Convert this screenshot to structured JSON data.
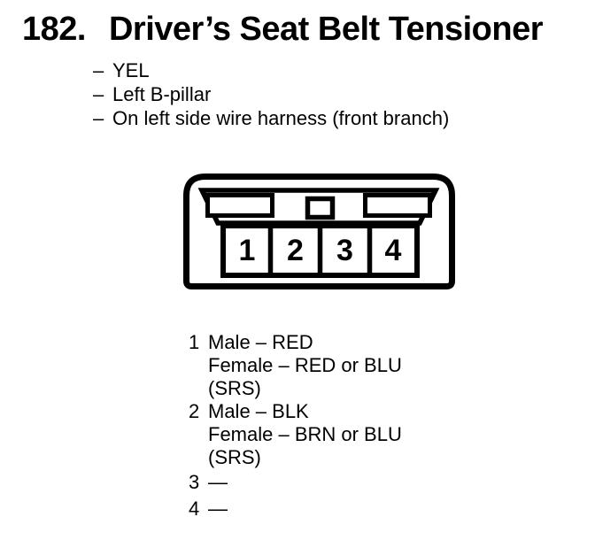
{
  "page": {
    "section_number": "182.",
    "title": "Driver’s Seat Belt Tensioner"
  },
  "details": {
    "dash": "–",
    "items": [
      "YEL",
      "Left B-pillar",
      "On left side wire harness (front branch)"
    ]
  },
  "connector": {
    "description": "4-cavity connector, front view",
    "cavities": [
      "1",
      "2",
      "3",
      "4"
    ]
  },
  "pins": [
    {
      "number": "1",
      "lines": [
        "Male – RED",
        "Female – RED or BLU",
        "(SRS)"
      ]
    },
    {
      "number": "2",
      "lines": [
        "Male – BLK",
        "Female – BRN or BLU",
        "(SRS)"
      ]
    },
    {
      "number": "3",
      "lines": [
        "—"
      ]
    },
    {
      "number": "4",
      "lines": [
        "—"
      ]
    }
  ],
  "colors": {
    "ink": "#000000",
    "paper": "#ffffff"
  }
}
